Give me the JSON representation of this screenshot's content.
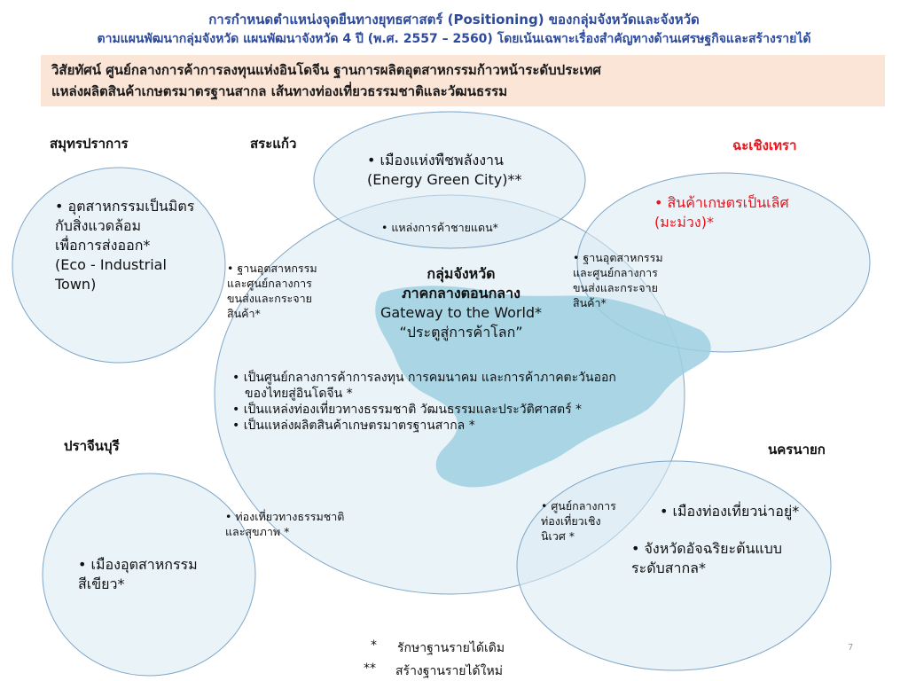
{
  "header": {
    "title_line1": "การกำหนดตำแหน่งจุดยืนทางยุทธศาสตร์ (Positioning) ของกลุ่มจังหวัดและจังหวัด",
    "title_line2": "ตามแผนพัฒนากลุ่มจังหวัด แผนพัฒนาจังหวัด 4 ปี (พ.ศ. 2557 – 2560) โดยเน้นเฉพาะเรื่องสำคัญทางด้านเศรษฐกิจและสร้างรายได้"
  },
  "vision": {
    "line1": "วิสัยทัศน์  ศูนย์กลางการค้าการลงทุนแห่งอินโดจีน ฐานการผลิตอุตสาหกรรมก้าวหน้าระดับประเทศ",
    "line2": "แหล่งผลิตสินค้าเกษตรมาตรฐานสากล เส้นทางท่องเที่ยวธรรมชาติและวัฒนธรรม"
  },
  "provinces": {
    "samut_prakan": "สมุทรปราการ",
    "sa_kaeo": "สระแก้ว",
    "chachoengsao": "ฉะเชิงเทรา",
    "prachinburi": "ปราจีนบุรี",
    "nakhon_nayok": "นครนายก"
  },
  "center": {
    "title1": "กลุ่มจังหวัด",
    "title2": "ภาคกลางตอนกลาง",
    "title3": "Gateway to the World*",
    "title4": "“ประตูสู่การค้าโลก”",
    "bullets": [
      "• เป็นศูนย์กลางการค้าการลงทุน การคมนาคม และการค้าภาคตะวันออก",
      "ของไทยสู่อินโดจีน *",
      "• เป็นแหล่งท่องเที่ยวทางธรรมชาติ วัฒนธรรมและประวัติศาสตร์ *",
      "• เป็นแหล่งผลิตสินค้าเกษตรมาตรฐานสากล *"
    ]
  },
  "samut_prakan_items": {
    "main": [
      "• อุตสาหกรรมเป็นมิตร",
      "กับสิ่งแวดล้อม",
      "เพื่อการส่งออก*",
      "(Eco - Industrial",
      "Town)"
    ],
    "overlap": [
      "• ฐานอุตสาหกรรม",
      "และศูนย์กลางการ",
      "ขนส่งและกระจาย",
      "สินค้า*"
    ]
  },
  "sa_kaeo_items": {
    "main": [
      "• เมืองแห่งพืชพลังงาน",
      "(Energy Green City)**"
    ],
    "overlap": "• แหล่งการค้าชายแดน*"
  },
  "chachoengsao_items": {
    "main": [
      "• สินค้าเกษตรเป็นเลิศ",
      "(มะม่วง)*"
    ],
    "overlap": [
      "• ฐานอุตสาหกรรม",
      "และศูนย์กลางการ",
      "ขนส่งและกระจาย",
      "สินค้า*"
    ]
  },
  "prachinburi_items": {
    "main": [
      "• เมืองอุตสาหกรรม",
      "สีเขียว*"
    ],
    "overlap": [
      "• ท่องเที่ยวทางธรรมชาติ",
      "และสุขภาพ *"
    ]
  },
  "nakhon_nayok_items": {
    "main1": "• เมืองท่องเที่ยวน่าอยู่*",
    "main2": [
      "• จังหวัดอัจฉริยะต้นแบบ",
      "ระดับสากล*"
    ],
    "overlap": [
      "• ศูนย์กลางการ",
      "ท่องเที่ยวเชิง",
      "นิเวศ *"
    ]
  },
  "footnotes": {
    "f1_mark": "*",
    "f1_text": "รักษาฐานรายได้เดิม",
    "f2_mark": "**",
    "f2_text": "สร้างฐานรายได้ใหม่"
  },
  "page_number": "7",
  "colors": {
    "title_blue": "#2E4B9B",
    "vision_bg": "#FBE5D6",
    "circle_fill": "#D9EAF2",
    "circle_stroke": "#7FA6C8",
    "map_fill": "#9DCFE0",
    "highlight_red": "#E8141E"
  }
}
